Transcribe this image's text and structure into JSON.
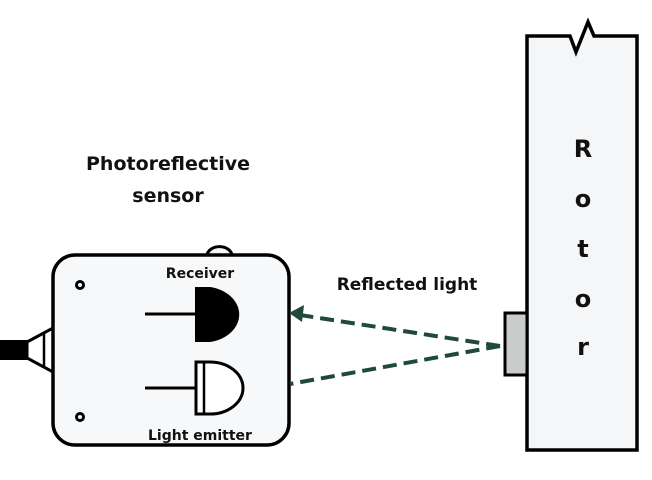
{
  "diagram": {
    "sensor": {
      "title_line1": "Photoreflective",
      "title_line2": "sensor",
      "receiver_label": "Receiver",
      "emitter_label": "Light emitter"
    },
    "beam": {
      "label": "Reflected light",
      "color": "#1f4a3a"
    },
    "rotor": {
      "letters": [
        "R",
        "o",
        "t",
        "o",
        "r"
      ],
      "reflector_color": "#c8cdcb"
    }
  }
}
